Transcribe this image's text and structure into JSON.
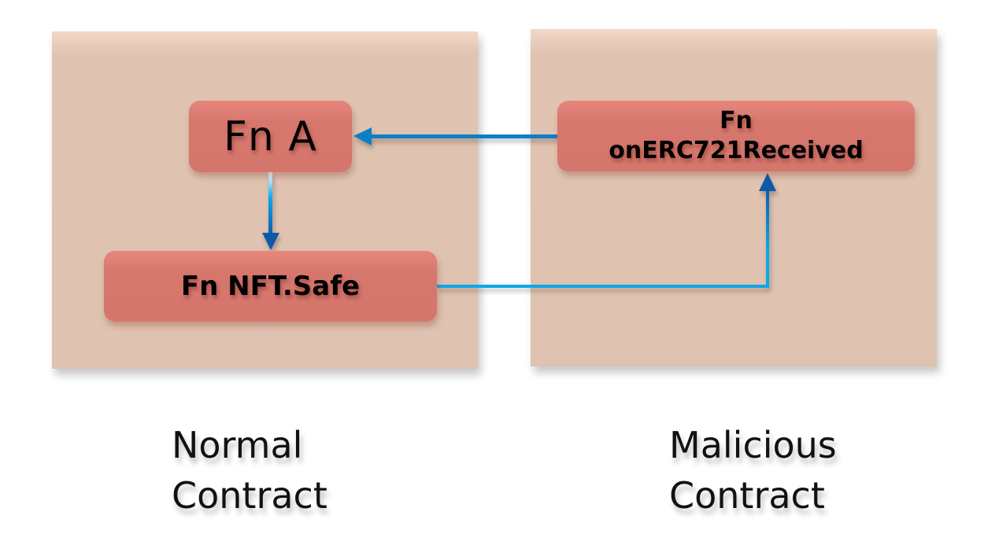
{
  "diagram": {
    "contracts": [
      {
        "id": "normal",
        "label_lines": [
          "Normal",
          "Contract"
        ]
      },
      {
        "id": "malicious",
        "label_lines": [
          "Malicious",
          "Contract"
        ]
      }
    ],
    "functions": {
      "fn_a": {
        "text": "Fn A",
        "contract": "normal"
      },
      "fn_nft_safe": {
        "text": "Fn NFT.Safe",
        "contract": "normal"
      },
      "fn_on_received": {
        "lines": [
          "Fn",
          "onERC721Received"
        ],
        "contract": "malicious"
      }
    },
    "edges": [
      {
        "from": "fn_a",
        "to": "fn_nft_safe"
      },
      {
        "from": "fn_nft_safe",
        "to": "fn_on_received"
      },
      {
        "from": "fn_on_received",
        "to": "fn_a"
      }
    ],
    "colors": {
      "contract_fill": "#dfc2b0",
      "function_fill": "#d5766c",
      "arrow_light": "#0aa8e8",
      "arrow_dark": "#0a5aa8"
    }
  }
}
